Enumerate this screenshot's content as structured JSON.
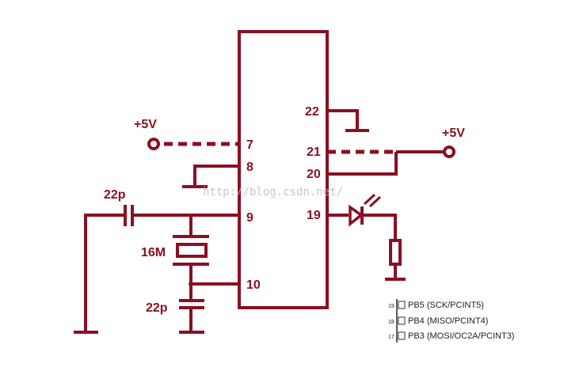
{
  "chip_pins": {
    "left": [
      "7",
      "8",
      "9",
      "10"
    ],
    "right": [
      "22",
      "21",
      "20",
      "19"
    ]
  },
  "labels": {
    "vcc_left": "+5V",
    "vcc_right": "+5V",
    "cap_top": "22p",
    "cap_bottom": "22p",
    "crystal": "16M"
  },
  "watermark": "http://blog.csdn.net/",
  "pin_legend": [
    {
      "num": "19",
      "text": "PB5 (SCK/PCINT5)"
    },
    {
      "num": "18",
      "text": "PB4 (MISO/PCINT4)"
    },
    {
      "num": "17",
      "text": "PB3 (MOSI/OC2A/PCINT3)"
    }
  ],
  "colors": {
    "wire": "#8b0f22",
    "watermark": "#b9b9b9"
  }
}
